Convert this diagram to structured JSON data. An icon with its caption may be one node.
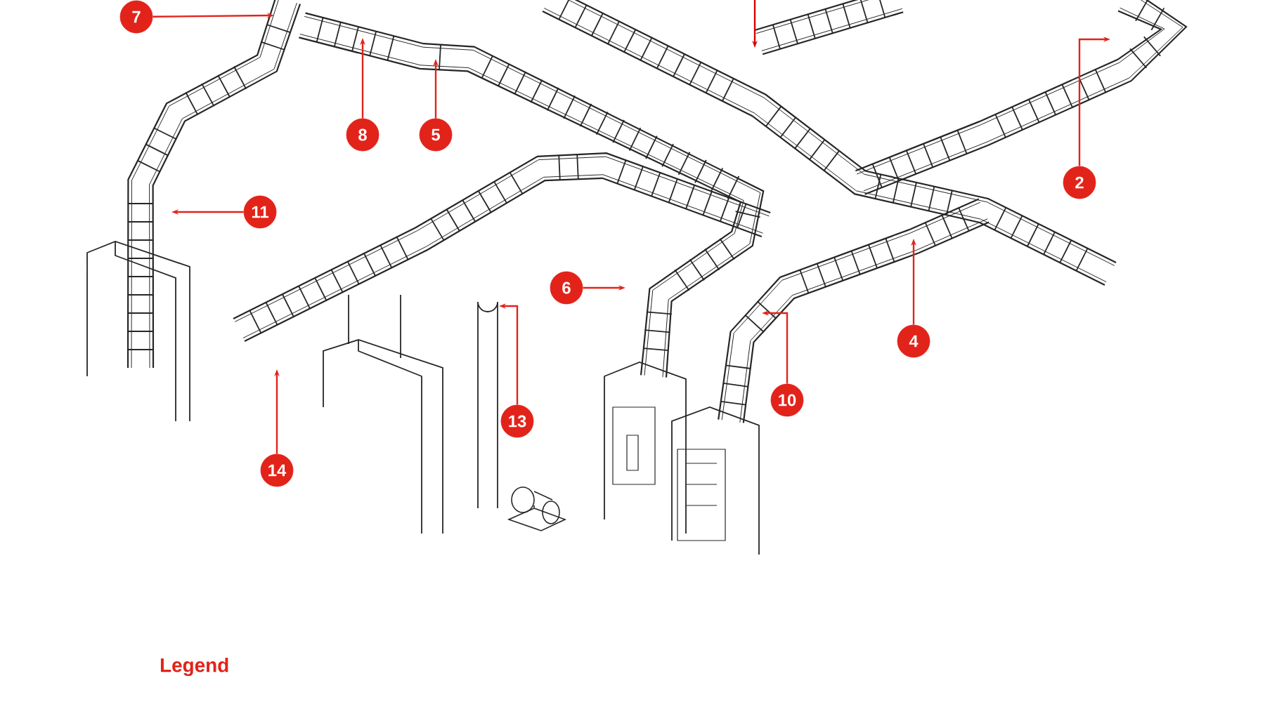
{
  "diagram": {
    "nodes": [
      {
        "text": [
          "7"
        ]
      },
      {
        "text": [
          "8"
        ]
      },
      {
        "text": [
          "5"
        ]
      },
      {
        "text": [
          "11"
        ]
      },
      {
        "text": [
          "2"
        ]
      },
      {
        "text": [
          "6"
        ]
      },
      {
        "text": [
          "4"
        ]
      },
      {
        "text": [
          "10"
        ]
      },
      {
        "text": [
          "13"
        ]
      },
      {
        "text": [
          "14"
        ]
      }
    ],
    "edges": [
      {
        "from": 0,
        "to": null,
        "arrow": "to"
      },
      {
        "from": 1,
        "to": null,
        "arrow": "to"
      },
      {
        "from": 2,
        "to": null,
        "arrow": "to"
      },
      {
        "from": 3,
        "to": null,
        "arrow": "to"
      },
      {
        "from": 4,
        "to": null,
        "arrow": "to"
      },
      {
        "from": 5,
        "to": null,
        "arrow": "to"
      },
      {
        "from": 6,
        "to": null,
        "arrow": "to"
      },
      {
        "from": 7,
        "to": null,
        "arrow": "to"
      },
      {
        "from": 8,
        "to": null,
        "arrow": "to"
      },
      {
        "from": 9,
        "to": null,
        "arrow": "to"
      }
    ],
    "labels": [
      "Legend"
    ]
  }
}
